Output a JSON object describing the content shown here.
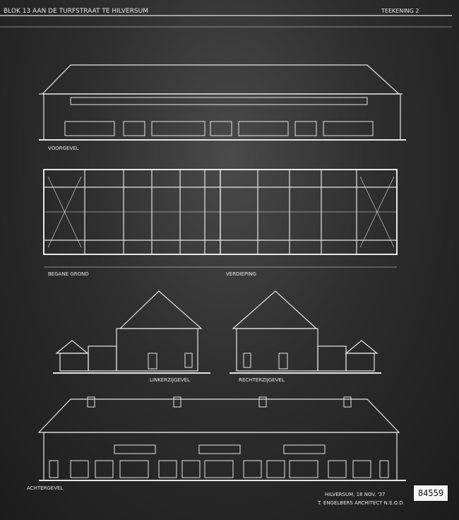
{
  "title": "BLOK 13 AAN DE TURFSTRAAT TE HILVERSUM",
  "sheet_no": "TEEKENING 2",
  "labels": {
    "front": "VOORGEVEL",
    "ground": "BEGANE GROND",
    "upper": "VERDIEPING",
    "left_side": "LINKERZIJGEVEL",
    "right_side": "RECHTERZIJGEVEL",
    "rear": "ACHTERGEVEL"
  },
  "signature": {
    "line1": "HILVERSUM, 18 NOV. '37",
    "line2": "T. ENGELBERS ARCHITECT N.E.O.D."
  },
  "stamp": "84559",
  "colors": {
    "paper": "#2e2e2e",
    "line": "#e8e8e8"
  }
}
